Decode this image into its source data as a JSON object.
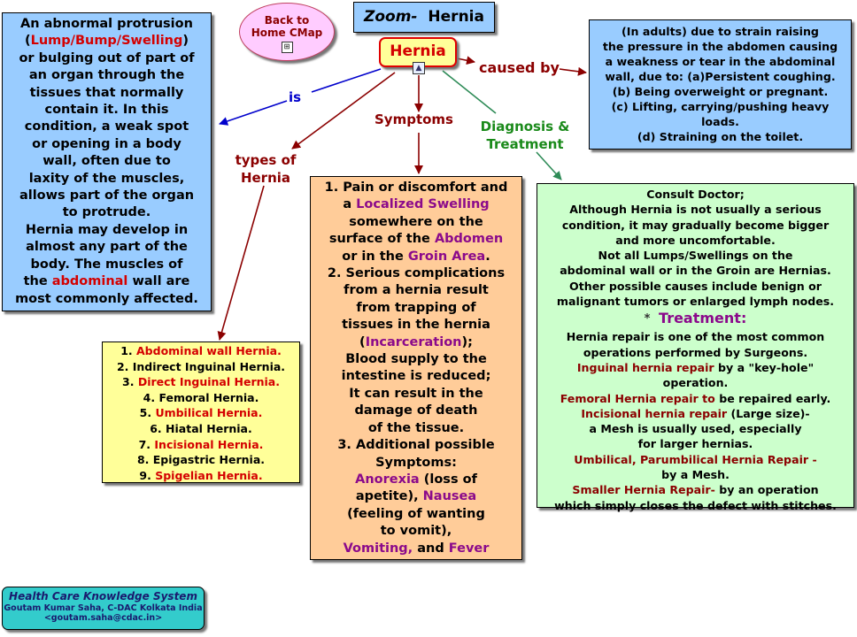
{
  "header": {
    "back_line1": "Back to",
    "back_line2": "Home CMap",
    "zoom_prefix": "Zoom-",
    "zoom_topic": "Hernia"
  },
  "central": {
    "label": "Hernia"
  },
  "links": {
    "is": "is",
    "caused_by": "caused by",
    "types_line1": "types of",
    "types_line2": "Hernia",
    "symptoms": "Symptoms",
    "diag_line1": "Diagnosis &",
    "diag_line2": "Treatment"
  },
  "definition": {
    "l1": "An abnormal protrusion",
    "l2_pre": "(",
    "l2_red": "Lump/Bump/Swelling",
    "l2_post": ")",
    "l3": "or bulging out of part of",
    "l4": "an organ through the",
    "l5": "tissues that normally",
    "l6": "contain it. In this",
    "l7": "condition, a weak spot",
    "l8": "or opening in a body",
    "l9": "wall, often due to",
    "l10": "laxity of the muscles,",
    "l11": "allows part of the organ",
    "l12": "to protrude.",
    "l13": "Hernia may develop in",
    "l14": "almost any part of the",
    "l15": "body. The muscles of",
    "l16_pre": "the ",
    "l16_red": "abdominal",
    "l16_post": " wall are",
    "l17": "most commonly affected."
  },
  "causes": {
    "l1": "(In adults) due to strain raising",
    "l2": "the pressure in the abdomen causing",
    "l3": "a weakness or tear in the abdominal",
    "l4": "wall, due to: (a)Persistent coughing.",
    "l5": "(b) Being overweight or pregnant.",
    "l6": "(c) Lifting, carrying/pushing heavy",
    "l7": "loads.",
    "l8": "(d) Straining on the toilet."
  },
  "types": [
    {
      "num": "1. ",
      "name": "Abdominal wall Hernia.",
      "highlight": true
    },
    {
      "num": "2. ",
      "name": "Indirect Inguinal Hernia.",
      "highlight": false
    },
    {
      "num": "3. ",
      "name": "Direct Inguinal Hernia.",
      "highlight": true
    },
    {
      "num": "4. ",
      "name": "Femoral Hernia.",
      "highlight": false
    },
    {
      "num": "5. ",
      "name": "Umbilical Hernia.",
      "highlight": true
    },
    {
      "num": "6. ",
      "name": "Hiatal Hernia.",
      "highlight": false
    },
    {
      "num": "7. ",
      "name": "Incisional Hernia.",
      "highlight": true
    },
    {
      "num": "8. ",
      "name": "Epigastric Hernia.",
      "highlight": false
    },
    {
      "num": "9. ",
      "name": "Spigelian Hernia.",
      "highlight": true
    }
  ],
  "symptoms": {
    "l1": "1. Pain or discomfort and",
    "l2_pre": "a ",
    "l2_pur": "Localized Swelling",
    "l3": "somewhere on the",
    "l4_pre": "surface of the ",
    "l4_pur": "Abdomen",
    "l5_pre": "or in the ",
    "l5_pur": "Groin Area",
    "l5_post": ".",
    "l6": "2.  Serious complications",
    "l7": "from a hernia result",
    "l8": "from trapping of",
    "l9": "tissues in the hernia",
    "l10_pre": "(",
    "l10_pur": "Incarceration",
    "l10_post": ");",
    "l11": "Blood supply to the",
    "l12": "intestine is reduced;",
    "l13": "It can result in the",
    "l14": "damage of death",
    "l15": "of the tissue.",
    "l16": "3. Additional possible",
    "l17": "Symptoms:",
    "l18_pur": "Anorexia",
    "l18_post": " (loss of",
    "l19_pre": "apetite), ",
    "l19_pur": "Nausea",
    "l20": "(feeling of wanting",
    "l21": "to vomit),",
    "l22_pur": "Vomiting,",
    "l22_mid": " and ",
    "l22_pur2": "Fever"
  },
  "treatment": {
    "l1": "Consult Doctor;",
    "l2": "Although Hernia is not usually a serious",
    "l3": "condition, it may gradually become bigger",
    "l4": "and more uncomfortable.",
    "l5": "Not all Lumps/Swellings on the",
    "l6": "abdominal wall or in the Groin are Hernias.",
    "l7": "Other possible causes include benign or",
    "l8": "malignant tumors or enlarged lymph nodes.",
    "heading_star": "*",
    "heading": "Treatment:",
    "l9": "Hernia repair is one of the most common",
    "l10": "operations performed by Surgeons.",
    "l11_dred": "Inguinal hernia repair",
    "l11_post": " by a \"key-hole\"",
    "l12": "operation.",
    "l13_dred": "Femoral Hernia repair",
    "l13_mid": " to",
    "l13_post": " be repaired early.",
    "l14_dred": "Incisional hernia repair",
    "l14_post": " (Large size)-",
    "l15": "a Mesh is usually used, especially",
    "l16": "for larger hernias.",
    "l17_dred": "Umbilical, Parumbilical Hernia Repair -",
    "l18": "by a Mesh.",
    "l19_dred": "Smaller Hernia Repair-",
    "l19_post": " by an operation",
    "l20": "which simply closes the defect with stitches."
  },
  "footer": {
    "title": "Health Care Knowledge System",
    "author": "Goutam Kumar Saha, C-DAC Kolkata India",
    "email": "<goutam.saha@cdac.in>"
  },
  "colors": {
    "definition_bg": "#99ccff",
    "causes_bg": "#99ccff",
    "types_bg": "#ffff99",
    "symptoms_bg": "#ffcc99",
    "treatment_bg": "#ccffcc",
    "central_bg": "#ffff99",
    "central_border": "#e00000",
    "back_bg": "#ffccff",
    "footer_bg": "#33cccc",
    "link_dark_red": "#8b0000",
    "link_blue": "#0000cc",
    "link_green": "#2e8b57"
  }
}
